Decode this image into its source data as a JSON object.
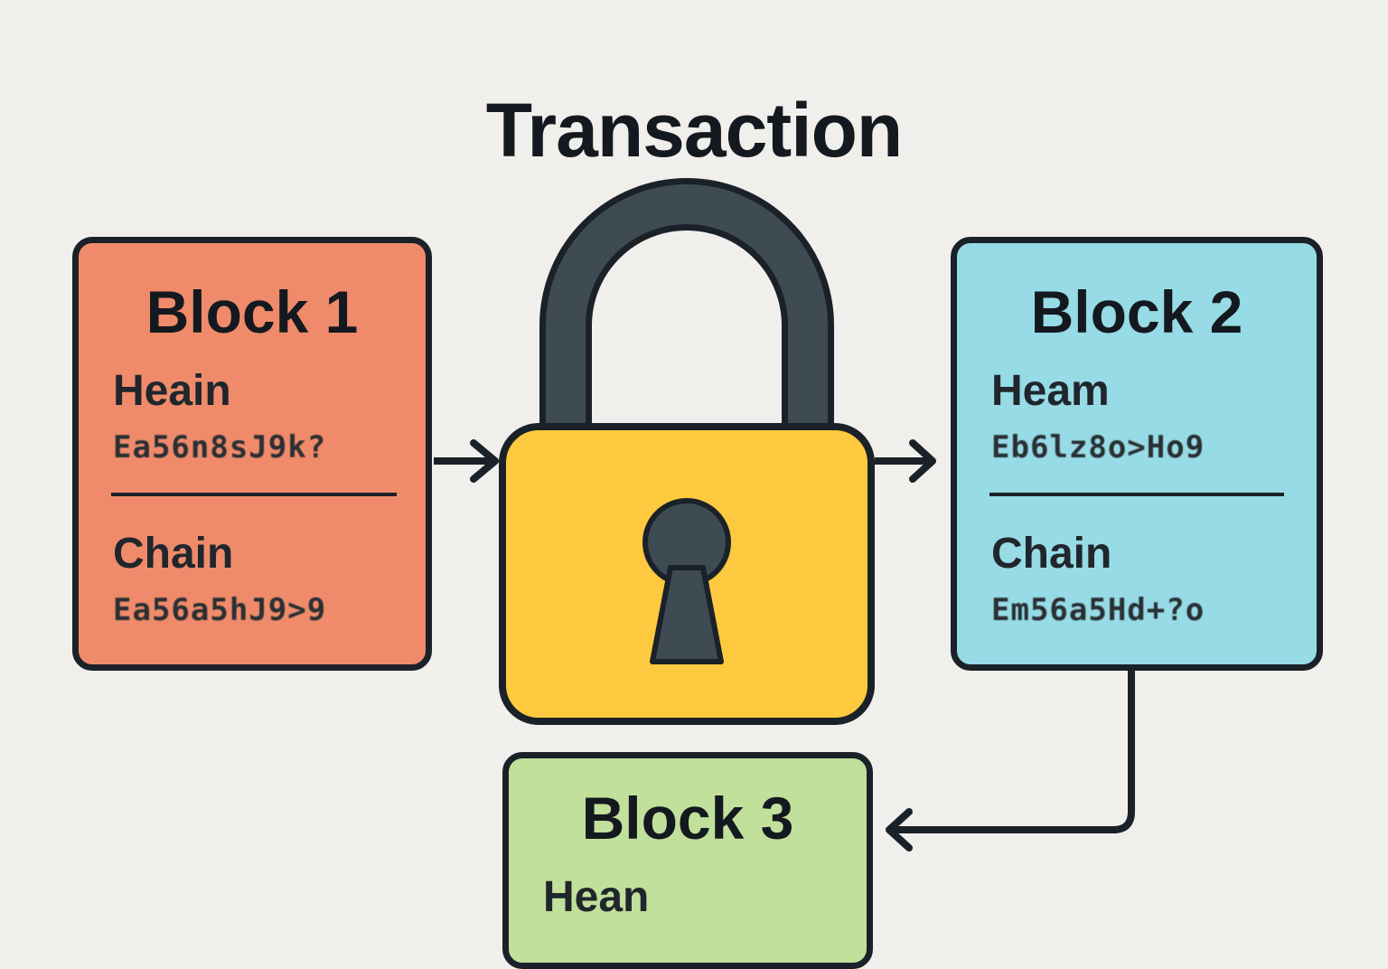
{
  "title": "Transaction",
  "blocks": [
    {
      "title": "Block 1",
      "header_label": "Heain",
      "header_hash": "Ea56n8sJ9k?",
      "chain_label": "Chain",
      "chain_hash": "Ea56a5hJ9>9"
    },
    {
      "title": "Block 2",
      "header_label": "Heam",
      "header_hash": "Eb6lz8o>Ho9",
      "chain_label": "Chain",
      "chain_hash": "Em56a5Hd+?o"
    },
    {
      "title": "Block 3",
      "header_label": "Hean"
    }
  ],
  "colors": {
    "background": "#f1efec",
    "block1": "#ef8b6b",
    "block2": "#96dbe5",
    "block3": "#c1e09b",
    "lock_body": "#fdc93e",
    "lock_shackle": "#3f4b52",
    "outline": "#1b2128"
  },
  "icons": [
    "padlock-icon",
    "keyhole-icon",
    "arrow-right-icon",
    "arrow-left-icon"
  ]
}
